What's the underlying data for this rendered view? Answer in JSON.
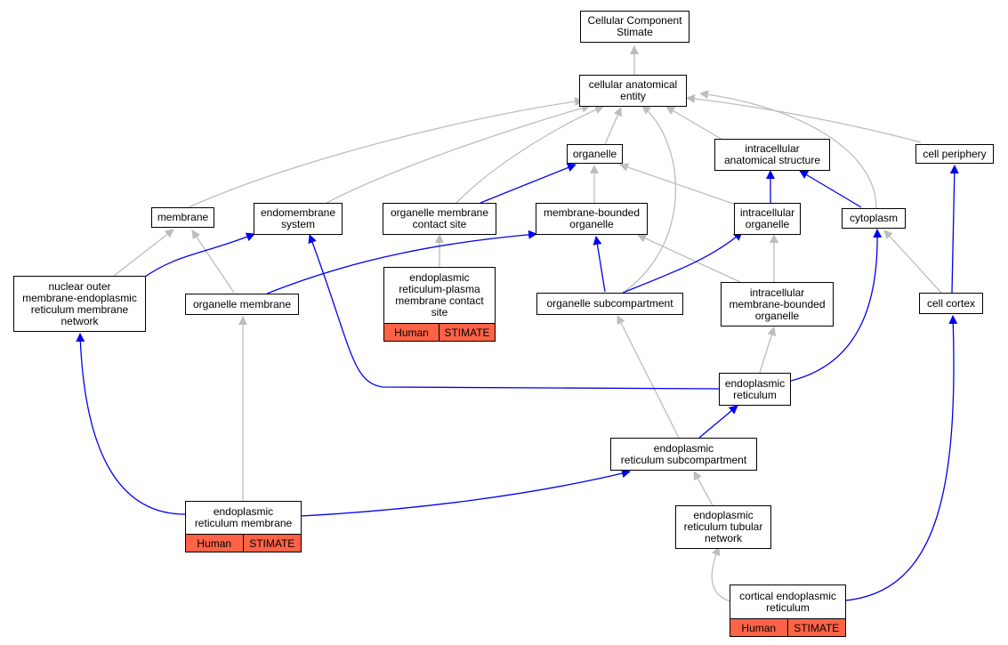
{
  "colors": {
    "is_a_edge": "#bdbdbd",
    "part_of_edge": "#0000ee",
    "node_border": "#000000",
    "node_fill": "#ffffff",
    "annotation_fill": "#ff6347"
  },
  "nodes": {
    "root": {
      "label": "Cellular Component\nStimate"
    },
    "cae": {
      "label": "cellular anatomical\nentity"
    },
    "organelle": {
      "label": "organelle"
    },
    "ias": {
      "label": "intracellular\nanatomical structure"
    },
    "cellper": {
      "label": "cell periphery"
    },
    "membrane": {
      "label": "membrane"
    },
    "endosys": {
      "label": "endomembrane\nsystem"
    },
    "omcs": {
      "label": "organelle membrane\ncontact site"
    },
    "mbo": {
      "label": "membrane-bounded\norganelle"
    },
    "intorg": {
      "label": "intracellular\norganelle"
    },
    "cytoplasm": {
      "label": "cytoplasm"
    },
    "nuclear": {
      "label": "nuclear outer\nmembrane-endoplasmic\nreticulum membrane\nnetwork"
    },
    "orgmem": {
      "label": "organelle membrane"
    },
    "erpm": {
      "label": "endoplasmic\nreticulum-plasma\nmembrane contact\nsite",
      "organism": "Human",
      "gene": "STIMATE"
    },
    "orgsub": {
      "label": "organelle subcompartment"
    },
    "imbo": {
      "label": "intracellular\nmembrane-bounded\norganelle"
    },
    "cortex": {
      "label": "cell cortex"
    },
    "er": {
      "label": "endoplasmic\nreticulum"
    },
    "ersub": {
      "label": "endoplasmic\nreticulum subcompartment"
    },
    "ermem": {
      "label": "endoplasmic\nreticulum membrane",
      "organism": "Human",
      "gene": "STIMATE"
    },
    "ertub": {
      "label": "endoplasmic\nreticulum tubular\nnetwork"
    },
    "corter": {
      "label": "cortical endoplasmic\nreticulum",
      "organism": "Human",
      "gene": "STIMATE"
    }
  }
}
